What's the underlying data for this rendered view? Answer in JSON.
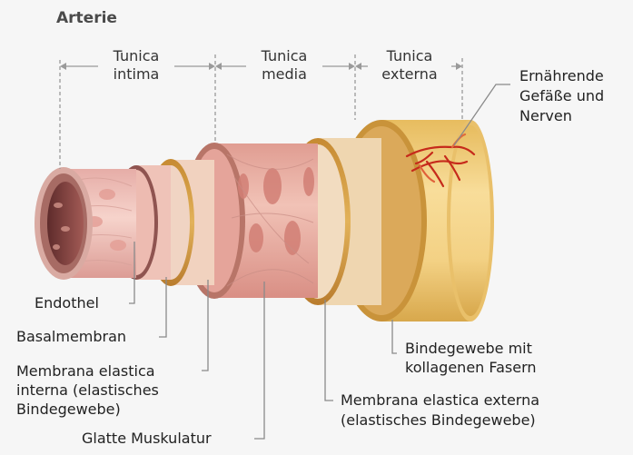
{
  "title": "Arterie",
  "layers_header": {
    "intima": [
      "Tunica",
      "intima"
    ],
    "media": [
      "Tunica",
      "media"
    ],
    "externa": [
      "Tunica",
      "externa"
    ]
  },
  "vessels_label": [
    "Ernährende",
    "Gefäße und",
    "Nerven"
  ],
  "labels": {
    "endothel": "Endothel",
    "basalmembran": "Basalmembran",
    "membrana_interna": [
      "Membrana elastica",
      "interna (elastisches",
      "Bindegewebe)"
    ],
    "glatte_muskulatur": "Glatte Muskulatur",
    "bindegewebe": [
      "Bindegewebe mit",
      "kollagenen Fasern"
    ],
    "membrana_externa": [
      "Membrana elastica externa",
      "(elastisches Bindegewebe)"
    ]
  },
  "colors": {
    "background": "#f6f6f6",
    "lumen": "#7a3f3c",
    "intima_pink": "#e8b2ad",
    "media_pink": "#e8a89e",
    "elastic_band": "#d6a24a",
    "externa_yellow": "#f0cd7c",
    "leader_line": "#8a8a8a",
    "vessels_red": "#c62a1b"
  }
}
